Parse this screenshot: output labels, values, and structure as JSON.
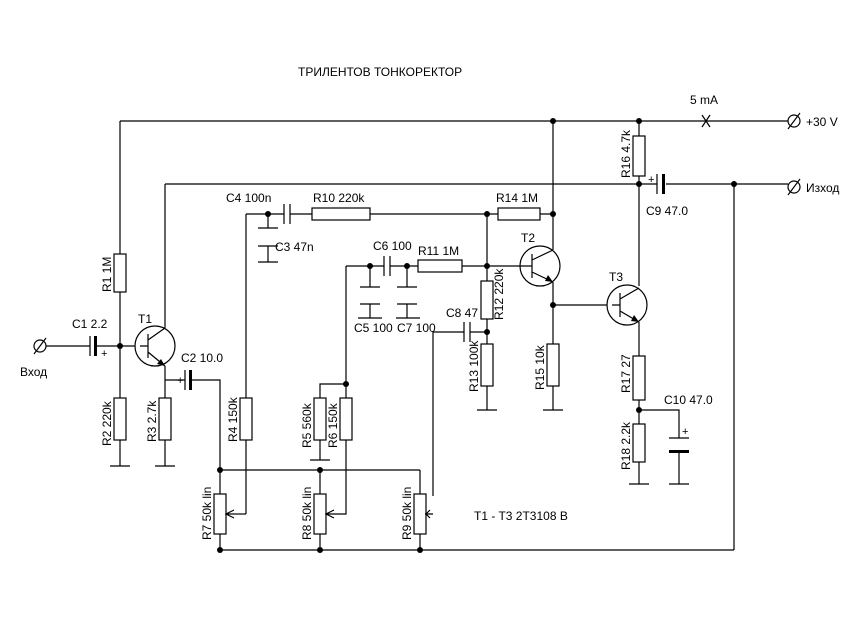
{
  "title": "ТРИЛЕНТОВ ТОНКОРЕКТОР",
  "supply": {
    "current": "5 mA",
    "voltage": "+30 V"
  },
  "terminals": {
    "input": "Вход",
    "output": "Изход"
  },
  "transistor_note": "T1 - T3  2T3108 B",
  "transistors": {
    "t1": "T1",
    "t2": "T2",
    "t3": "T3"
  },
  "resistors": {
    "r1": "R1 1M",
    "r2": "R2 220k",
    "r3": "R3 2.7k",
    "r4": "R4 150k",
    "r5": "R5 560k",
    "r6": "R6 150k",
    "r7": "R7 50k lin",
    "r8": "R8 50k lin",
    "r9": "R9 50k lin",
    "r10": "R10 220k",
    "r11": "R11 1M",
    "r12": "R12 220k",
    "r13": "R13 100k",
    "r14": "R14 1M",
    "r15": "R15 10k",
    "r16": "R16 4.7k",
    "r17": "R17 27",
    "r18": "R18 2.2k"
  },
  "capacitors": {
    "c1": "C1 2.2",
    "c2": "C2 10.0",
    "c3": "C3 47n",
    "c4": "C4 100n",
    "c5": "C5 100",
    "c6": "C6 100",
    "c7": "C7 100",
    "c8": "C8 47",
    "c9": "C9 47.0",
    "c10": "C10 47.0"
  },
  "plus_sign": "+"
}
